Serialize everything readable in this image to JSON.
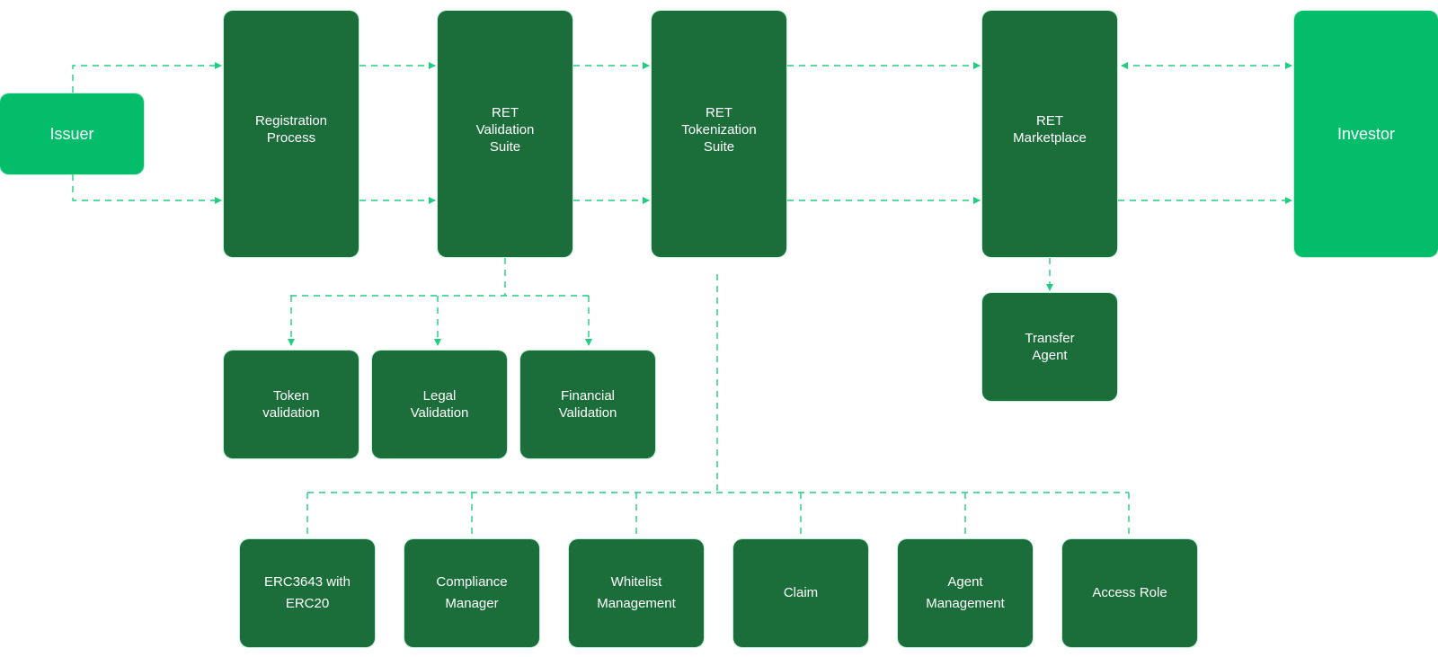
{
  "diagram": {
    "colors": {
      "primary_node": "#1b6e3a",
      "actor_node": "#03bd6b",
      "connector": "#1fcf7f",
      "text": "#ffffff"
    },
    "nodes": {
      "issuer": {
        "label": "Issuer",
        "kind": "actor"
      },
      "registration": {
        "label": "Registration\nProcess",
        "kind": "process"
      },
      "validation": {
        "label": "RET\nValidation\nSuite",
        "kind": "process"
      },
      "tokenization": {
        "label": "RET\nTokenization\nSuite",
        "kind": "process"
      },
      "marketplace": {
        "label": "RET\nMarketplace",
        "kind": "process"
      },
      "investor": {
        "label": "Investor",
        "kind": "actor"
      },
      "transfer_agent": {
        "label": "Transfer\nAgent",
        "kind": "sub-module"
      },
      "token_validation": {
        "label": "Token\nvalidation",
        "kind": "sub-module"
      },
      "legal_validation": {
        "label": "Legal\nValidation",
        "kind": "sub-module"
      },
      "financial_validation": {
        "label": "Financial\nValidation",
        "kind": "sub-module"
      },
      "erc3643": {
        "label": "ERC3643 with\nERC20",
        "kind": "sub-module"
      },
      "compliance_manager": {
        "label": "Compliance\nManager",
        "kind": "sub-module"
      },
      "whitelist_management": {
        "label": "Whitelist\nManagement",
        "kind": "sub-module"
      },
      "claim": {
        "label": "Claim",
        "kind": "sub-module"
      },
      "agent_management": {
        "label": "Agent\nManagement",
        "kind": "sub-module"
      },
      "access_role": {
        "label": "Access Role",
        "kind": "sub-module"
      }
    },
    "edges": [
      {
        "from": "issuer",
        "to": "registration",
        "style": "dashed",
        "direction": "forward",
        "lane": "top"
      },
      {
        "from": "issuer",
        "to": "registration",
        "style": "dashed",
        "direction": "forward",
        "lane": "bottom"
      },
      {
        "from": "registration",
        "to": "validation",
        "style": "dashed",
        "direction": "forward",
        "lane": "top"
      },
      {
        "from": "registration",
        "to": "validation",
        "style": "dashed",
        "direction": "forward",
        "lane": "bottom"
      },
      {
        "from": "validation",
        "to": "tokenization",
        "style": "dashed",
        "direction": "forward",
        "lane": "top"
      },
      {
        "from": "validation",
        "to": "tokenization",
        "style": "dashed",
        "direction": "forward",
        "lane": "bottom"
      },
      {
        "from": "tokenization",
        "to": "marketplace",
        "style": "dashed",
        "direction": "forward",
        "lane": "top"
      },
      {
        "from": "tokenization",
        "to": "marketplace",
        "style": "dashed",
        "direction": "forward",
        "lane": "bottom"
      },
      {
        "from": "marketplace",
        "to": "investor",
        "style": "dashed",
        "direction": "both",
        "lane": "top"
      },
      {
        "from": "marketplace",
        "to": "investor",
        "style": "dashed",
        "direction": "forward",
        "lane": "bottom"
      },
      {
        "from": "marketplace",
        "to": "transfer_agent",
        "style": "dashed",
        "direction": "forward"
      },
      {
        "from": "validation",
        "to": "token_validation",
        "style": "dashed",
        "direction": "forward"
      },
      {
        "from": "validation",
        "to": "legal_validation",
        "style": "dashed",
        "direction": "forward"
      },
      {
        "from": "validation",
        "to": "financial_validation",
        "style": "dashed",
        "direction": "forward"
      },
      {
        "from": "tokenization",
        "to": "erc3643",
        "style": "dashed",
        "direction": "none"
      },
      {
        "from": "tokenization",
        "to": "compliance_manager",
        "style": "dashed",
        "direction": "none"
      },
      {
        "from": "tokenization",
        "to": "whitelist_management",
        "style": "dashed",
        "direction": "none"
      },
      {
        "from": "tokenization",
        "to": "claim",
        "style": "dashed",
        "direction": "none"
      },
      {
        "from": "tokenization",
        "to": "agent_management",
        "style": "dashed",
        "direction": "none"
      },
      {
        "from": "tokenization",
        "to": "access_role",
        "style": "dashed",
        "direction": "none"
      }
    ]
  }
}
